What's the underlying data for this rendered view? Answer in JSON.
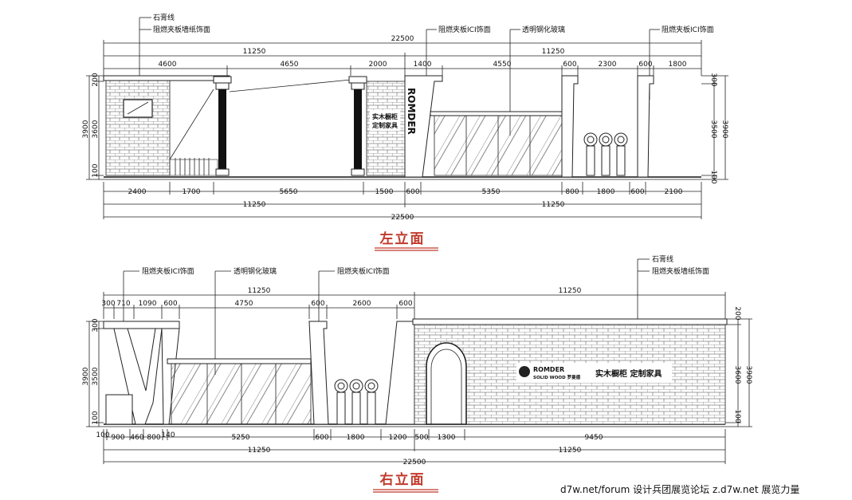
{
  "left_elevation": {
    "title": "左立面",
    "top_total": "22500",
    "top_halves": [
      "11250",
      "11250"
    ],
    "top_segments": [
      "4600",
      "4650",
      "2000",
      "1400",
      "4550",
      "600",
      "2300",
      "600",
      "1800"
    ],
    "bottom_segments": [
      "2400",
      "1700",
      "5650",
      "1500",
      "600",
      "5350",
      "800",
      "1800",
      "600",
      "2100"
    ],
    "bottom_halves": [
      "11250",
      "11250"
    ],
    "bottom_total": "22500",
    "left_heights": [
      "200",
      "3600",
      "100"
    ],
    "left_total": "3900",
    "right_heights": [
      "300",
      "3500",
      "100"
    ],
    "right_total": "3900",
    "notes": [
      "石膏线",
      "阻燃夹板墙纸饰面",
      "阻燃夹板ICI饰面",
      "透明钢化玻璃",
      "阻燃夹板ICI饰面"
    ],
    "sign_text": [
      "实木橱柜",
      "定制家具"
    ],
    "vertical_brand": "ROMDER"
  },
  "right_elevation": {
    "title": "右立面",
    "top_halves": [
      "11250",
      "11250"
    ],
    "top_segments": [
      "300",
      "710",
      "1090",
      "600",
      "4750",
      "600",
      "2600",
      "600"
    ],
    "bottom_segments": [
      "100",
      "900",
      "460",
      "800",
      "140",
      "5250",
      "600",
      "1800",
      "1200",
      "500",
      "1300",
      "9450"
    ],
    "bottom_halves": [
      "11250",
      "11250"
    ],
    "bottom_total": "22500",
    "left_heights": [
      "300",
      "3500",
      "100"
    ],
    "left_total": "3900",
    "right_heights": [
      "200",
      "3600",
      "100"
    ],
    "right_total": "3900",
    "notes": [
      "阻燃夹板ICI饰面",
      "透明钢化玻璃",
      "阻燃夹板ICI饰面",
      "石膏线",
      "阻燃夹板墙纸饰面"
    ],
    "logo_text": "ROMDER",
    "logo_sub": "SOLID WOOD 罗曼德",
    "sign_text": "实木橱柜  定制家具"
  },
  "watermark": "d7w.net/forum 设计兵团展览论坛    z.d7w.net 展览力量"
}
